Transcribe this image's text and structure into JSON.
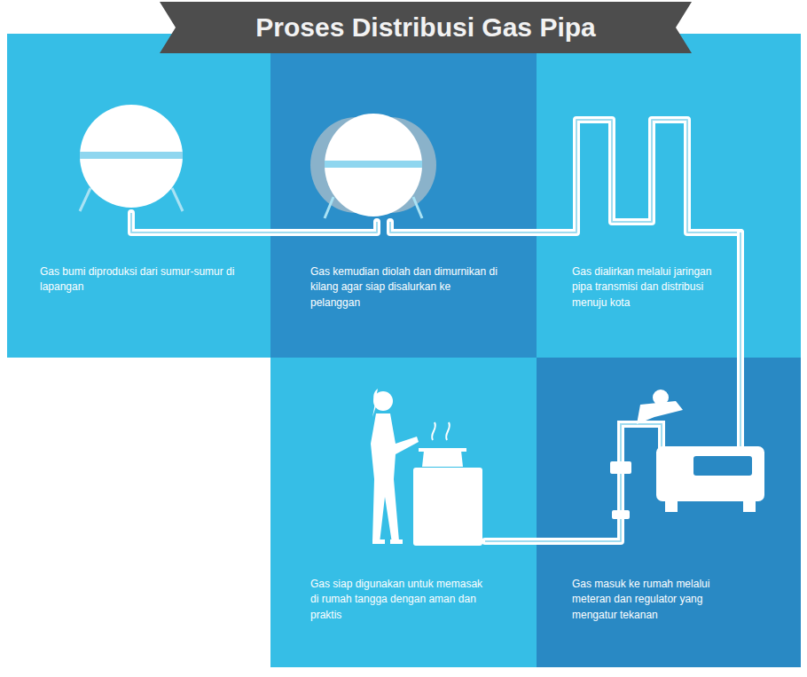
{
  "diagram": {
    "title": "Proses Distribusi Gas Pipa",
    "nodes": [
      {
        "text": [
          "Gas bumi diproduksi dari sumur-sumur di lapangan"
        ]
      },
      {
        "text": [
          "Gas kemudian diolah dan dimurnikan di kilang agar siap disalurkan ke pelanggan"
        ]
      },
      {
        "text": [
          "Gas dialirkan melalui jaringan pipa transmisi dan distribusi menuju kota"
        ]
      },
      {
        "text": [
          "Gas siap digunakan untuk memasak di rumah tangga dengan aman dan praktis"
        ]
      },
      {
        "text": [
          "Gas masuk ke rumah melalui meteran dan regulator yang mengatur tekanan"
        ]
      }
    ],
    "edges": [
      {
        "from": 0,
        "to": 1,
        "arrow": "none"
      },
      {
        "from": 1,
        "to": 2,
        "arrow": "none"
      },
      {
        "from": 2,
        "to": 4,
        "arrow": "none"
      },
      {
        "from": 4,
        "to": 3,
        "arrow": "none"
      }
    ]
  }
}
